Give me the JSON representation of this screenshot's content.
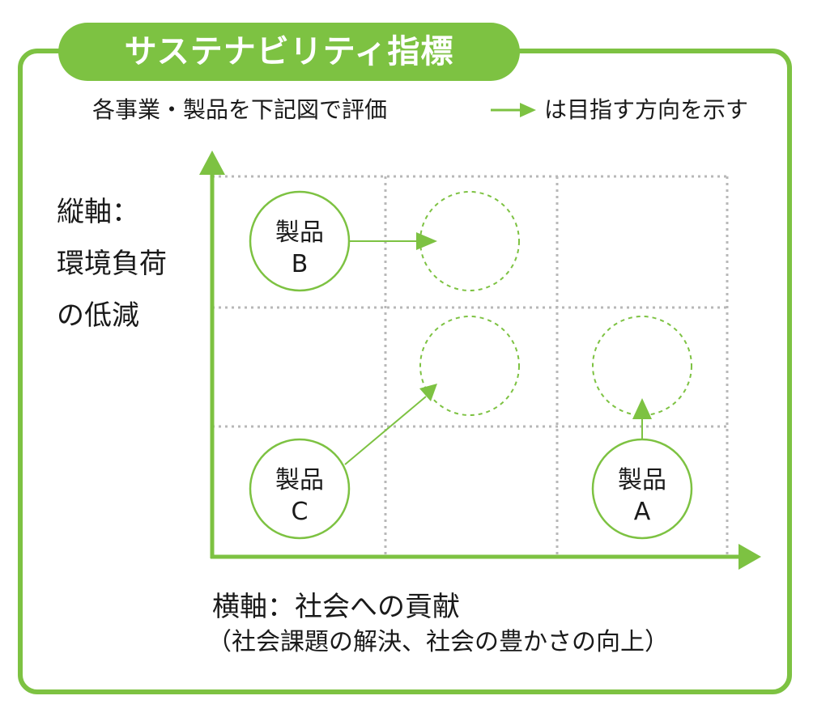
{
  "title": "サステナビリティ指標",
  "subtitle": "各事業・製品を下記図で評価",
  "legend": {
    "text": "は目指す方向を示す",
    "arrow_color": "#7dc242"
  },
  "y_axis": {
    "lines": [
      "縦軸：",
      "環境負荷",
      "の低減"
    ]
  },
  "x_axis": {
    "line1": "横軸：社会への貢献",
    "line2": "（社会課題の解決、社会の豊かさの向上）"
  },
  "colors": {
    "accent": "#7dc242",
    "grid": "#b8b8b8",
    "text": "#1a1a1a"
  },
  "products": {
    "b": {
      "line1": "製品",
      "line2": "B"
    },
    "c": {
      "line1": "製品",
      "line2": "C"
    },
    "a": {
      "line1": "製品",
      "line2": "A"
    }
  }
}
